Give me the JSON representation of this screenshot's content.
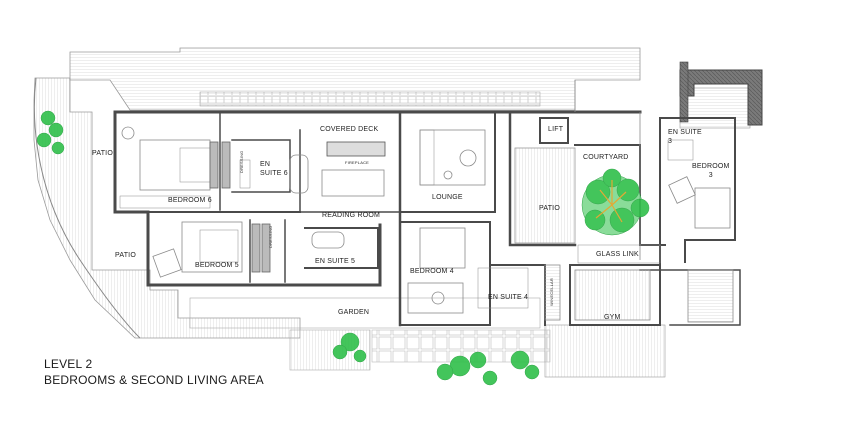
{
  "caption": {
    "line1": "LEVEL 2",
    "line2": "BEDROOMS & SECOND LIVING AREA"
  },
  "rooms": {
    "patio_left_top": "PATIO",
    "patio_left_bottom": "PATIO",
    "bedroom6": "BEDROOM 6",
    "ensuite6": "EN\nSUITE 6",
    "covered_deck": "COVERED DECK",
    "fireplace": "FIREPLACE",
    "reading_room": "READING ROOM",
    "lounge": "LOUNGE",
    "lift": "LIFT",
    "courtyard": "COURTYARD",
    "patio_courtyard": "PATIO",
    "ensuite3": "EN SUITE\n3",
    "bedroom3": "BEDROOM\n3",
    "glass_link": "GLASS LINK",
    "bedroom5": "BEDROOM 5",
    "dressing5": "DRESSING",
    "dressing6": "DRESSING",
    "ensuite5": "EN SUITE 5",
    "bedroom4": "BEDROOM 4",
    "ensuite4": "EN SUITE 4",
    "winecellar": "WINECELLAR",
    "gym": "GYM",
    "garden": "GARDEN"
  },
  "colors": {
    "wall": "#4a4a4a",
    "line": "#9a9a9a",
    "hatch": "#bdbdbd",
    "tree": "#2fbf4a",
    "tree_trunk": "#e0a020"
  }
}
